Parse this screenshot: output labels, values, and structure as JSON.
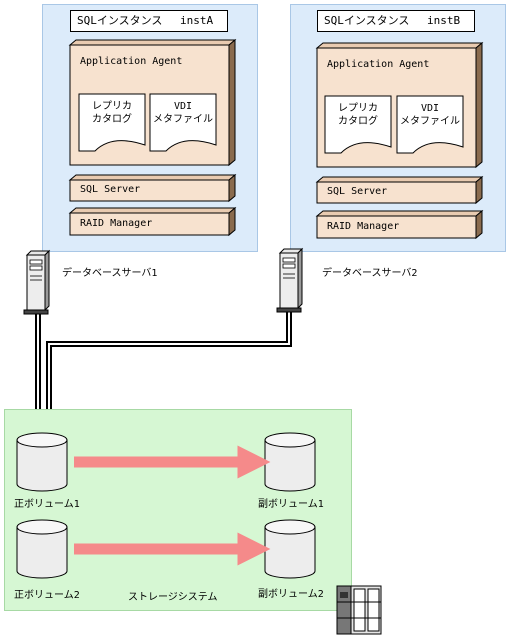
{
  "servers": [
    {
      "instance_label": "SQLインスタンス　 instA",
      "agent_label": "Application Agent",
      "doc1": [
        "レプリカ",
        "カタログ"
      ],
      "doc2": [
        "VDI",
        "メタファイル"
      ],
      "sqlserver_label": "SQL Server",
      "raid_label": "RAID Manager",
      "caption": "データベースサーバ1"
    },
    {
      "instance_label": "SQLインスタンス　 instB",
      "agent_label": "Application Agent",
      "doc1": [
        "レプリカ",
        "カタログ"
      ],
      "doc2": [
        "VDI",
        "メタファイル"
      ],
      "sqlserver_label": "SQL Server",
      "raid_label": "RAID Manager",
      "caption": "データベースサーバ2"
    }
  ],
  "storage": {
    "label": "ストレージシステム",
    "primary_volumes": [
      "正ボリューム1",
      "正ボリューム2"
    ],
    "secondary_volumes": [
      "副ボリューム1",
      "副ボリューム2"
    ]
  },
  "colors": {
    "server_area": "#dcebfa",
    "storage_area": "#d6f7d3",
    "box_fill": "#f7e2cf",
    "arrow": "#f58a8a"
  }
}
